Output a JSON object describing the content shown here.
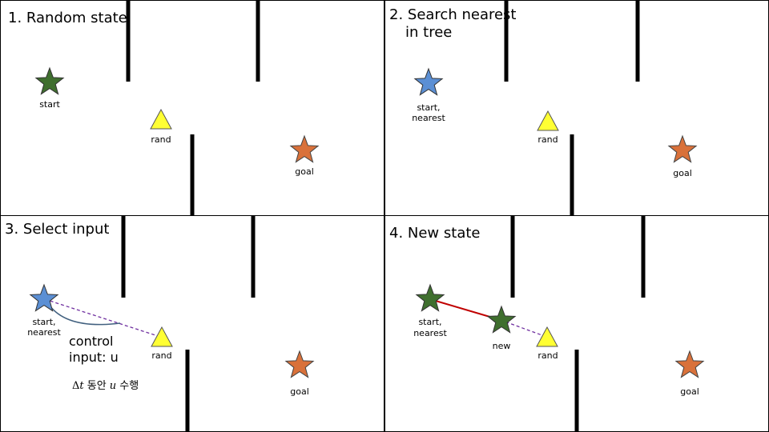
{
  "panels": [
    {
      "title_lines": [
        "1. Random state"
      ],
      "labels": {
        "start": "start",
        "rand": "rand",
        "goal": "goal"
      }
    },
    {
      "title_lines": [
        "2. Search nearest",
        "in tree"
      ],
      "labels": {
        "start": "start,",
        "start2": "nearest",
        "rand": "rand",
        "goal": "goal"
      }
    },
    {
      "title_lines": [
        "3. Select input"
      ],
      "labels": {
        "start": "start,",
        "start2": "nearest",
        "rand": "rand",
        "goal": "goal"
      },
      "control_lines": [
        "control",
        "input: u"
      ],
      "note": "Δ𝑡 동안 𝑢 수행"
    },
    {
      "title_lines": [
        "4. New state"
      ],
      "labels": {
        "start": "start,",
        "start2": "nearest",
        "new": "new",
        "rand": "rand",
        "goal": "goal"
      }
    }
  ],
  "colors": {
    "tree_node": "#3f6f2e",
    "nearest": "#5b8fd4",
    "goal": "#d9713a",
    "rand": "#ffff33",
    "edge": "#c00000",
    "dashed": "#7030a0",
    "wall": "#000000",
    "arc": "#41607f"
  }
}
